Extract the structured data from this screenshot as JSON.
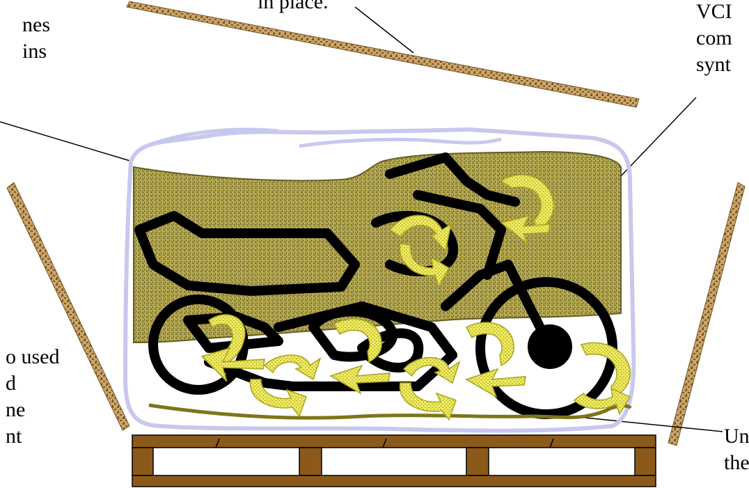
{
  "labels": {
    "top_center": [
      "in place."
    ],
    "top_left": [
      "nes",
      "ins"
    ],
    "top_right": [
      "VCI",
      "com",
      "synt"
    ],
    "bottom_left": [
      "o used",
      "d",
      "ne",
      "nt"
    ],
    "bottom_right": [
      "Un",
      "the"
    ]
  },
  "colors": {
    "wood": "#c9a56a",
    "wood_dark": "#7a5524",
    "wrap_outline": "#c8c8ef",
    "fabric": "#a89a3c",
    "fabric_dark": "#5d5518",
    "arrow": "#e6e34a",
    "pallet": "#8b5a1a",
    "bike": "#000000",
    "underlay": "#7d7518"
  }
}
